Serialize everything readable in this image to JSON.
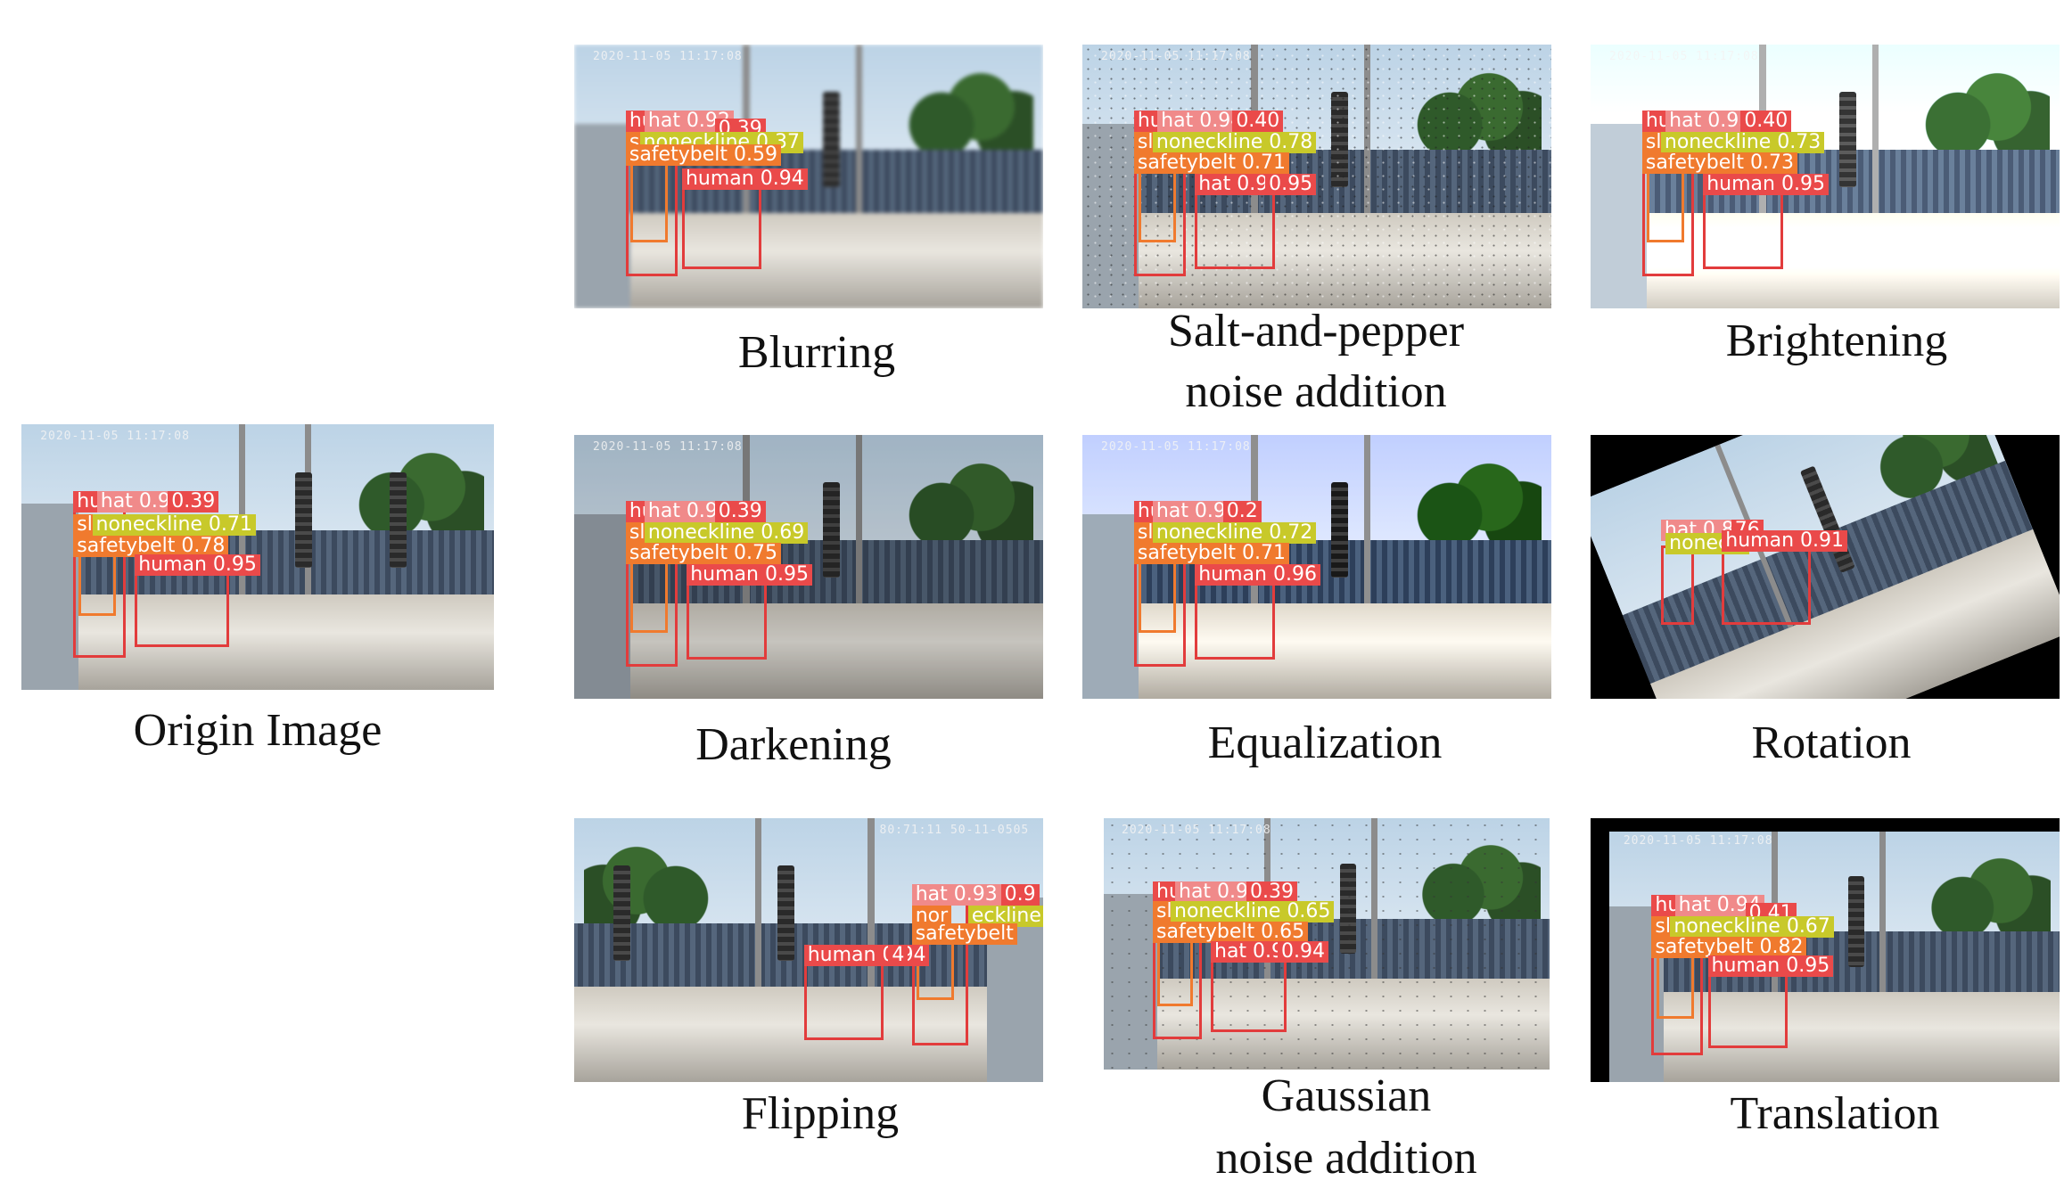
{
  "panels": {
    "origin": {
      "caption": "Origin Image",
      "timestamp": "2020-11-05 11:17:08",
      "labels": [
        "hu",
        "hat 0.95",
        "0.39",
        "sl",
        "noneckline 0.71",
        "safetybelt 0.78",
        "human 0.95"
      ]
    },
    "blurring": {
      "caption": "Blurring",
      "timestamp": "2020-11-05 11:17:08",
      "labels": [
        "hu",
        "hat 0.92",
        "0.39",
        "sl",
        "noneckline 0.37",
        "safetybelt 0.59",
        "human 0.94"
      ]
    },
    "saltpepper": {
      "caption_line1": "Salt-and-pepper",
      "caption_line2": "noise addition",
      "timestamp": "2020-11-05 11:17:08",
      "labels": [
        "hu",
        "hat 0.94",
        "0.40",
        "sl",
        "noneckline 0.78",
        "safetybelt 0.71",
        "hat 0.95",
        "0.95"
      ]
    },
    "brightening": {
      "caption": "Brightening",
      "timestamp": "2020-11-05 11:17:08",
      "labels": [
        "hu",
        "hat 0.95",
        "0.40",
        "sl",
        "noneckline 0.73",
        "safetybelt 0.73",
        "human 0.95"
      ]
    },
    "darkening": {
      "caption": "Darkening",
      "timestamp": "2020-11-05 11:17:08",
      "labels": [
        "hu",
        "hat 0.95",
        "0.39",
        "sl",
        "noneckline 0.69",
        "safetybelt 0.75",
        "human 0.95"
      ]
    },
    "equalization": {
      "caption": "Equalization",
      "timestamp": "2020-11-05 11:17:08",
      "labels": [
        "hu",
        "hat 0.94",
        "0.2",
        "sl",
        "noneckline 0.72",
        "safetybelt 0.71",
        "human 0.96"
      ]
    },
    "rotation": {
      "caption": "Rotation",
      "labels": [
        "hat 0.86",
        "76",
        "noneckl",
        "human 0.91"
      ]
    },
    "flipping": {
      "caption": "Flipping",
      "timestamp": "80:71:11 50-11-0505",
      "labels": [
        "hat 0.93",
        "0.9",
        "nor",
        "eckline",
        "safetybelt",
        "human 0.94",
        "4"
      ]
    },
    "gaussian": {
      "caption_line1": "Gaussian",
      "caption_line2": "noise addition",
      "timestamp": "2020-11-05 11:17:08",
      "labels": [
        "hu",
        "hat 0.94",
        "0.39",
        "sl",
        "noneckline 0.65",
        "safetybelt 0.65",
        "hat 0.94",
        "0.94"
      ]
    },
    "translation": {
      "caption": "Translation",
      "timestamp": "2020-11-05 11:17:08",
      "labels": [
        "hu",
        "hat 0.94",
        "0.41",
        "sl",
        "noneckline 0.67",
        "safetybelt 0.82",
        "human 0.95"
      ]
    }
  },
  "colors": {
    "box_red": "#e23c3c",
    "label_red": "#ea4a4a",
    "label_pink": "#f08a8a",
    "label_yellow": "#c8c92a",
    "label_orange": "#f07a2e"
  }
}
